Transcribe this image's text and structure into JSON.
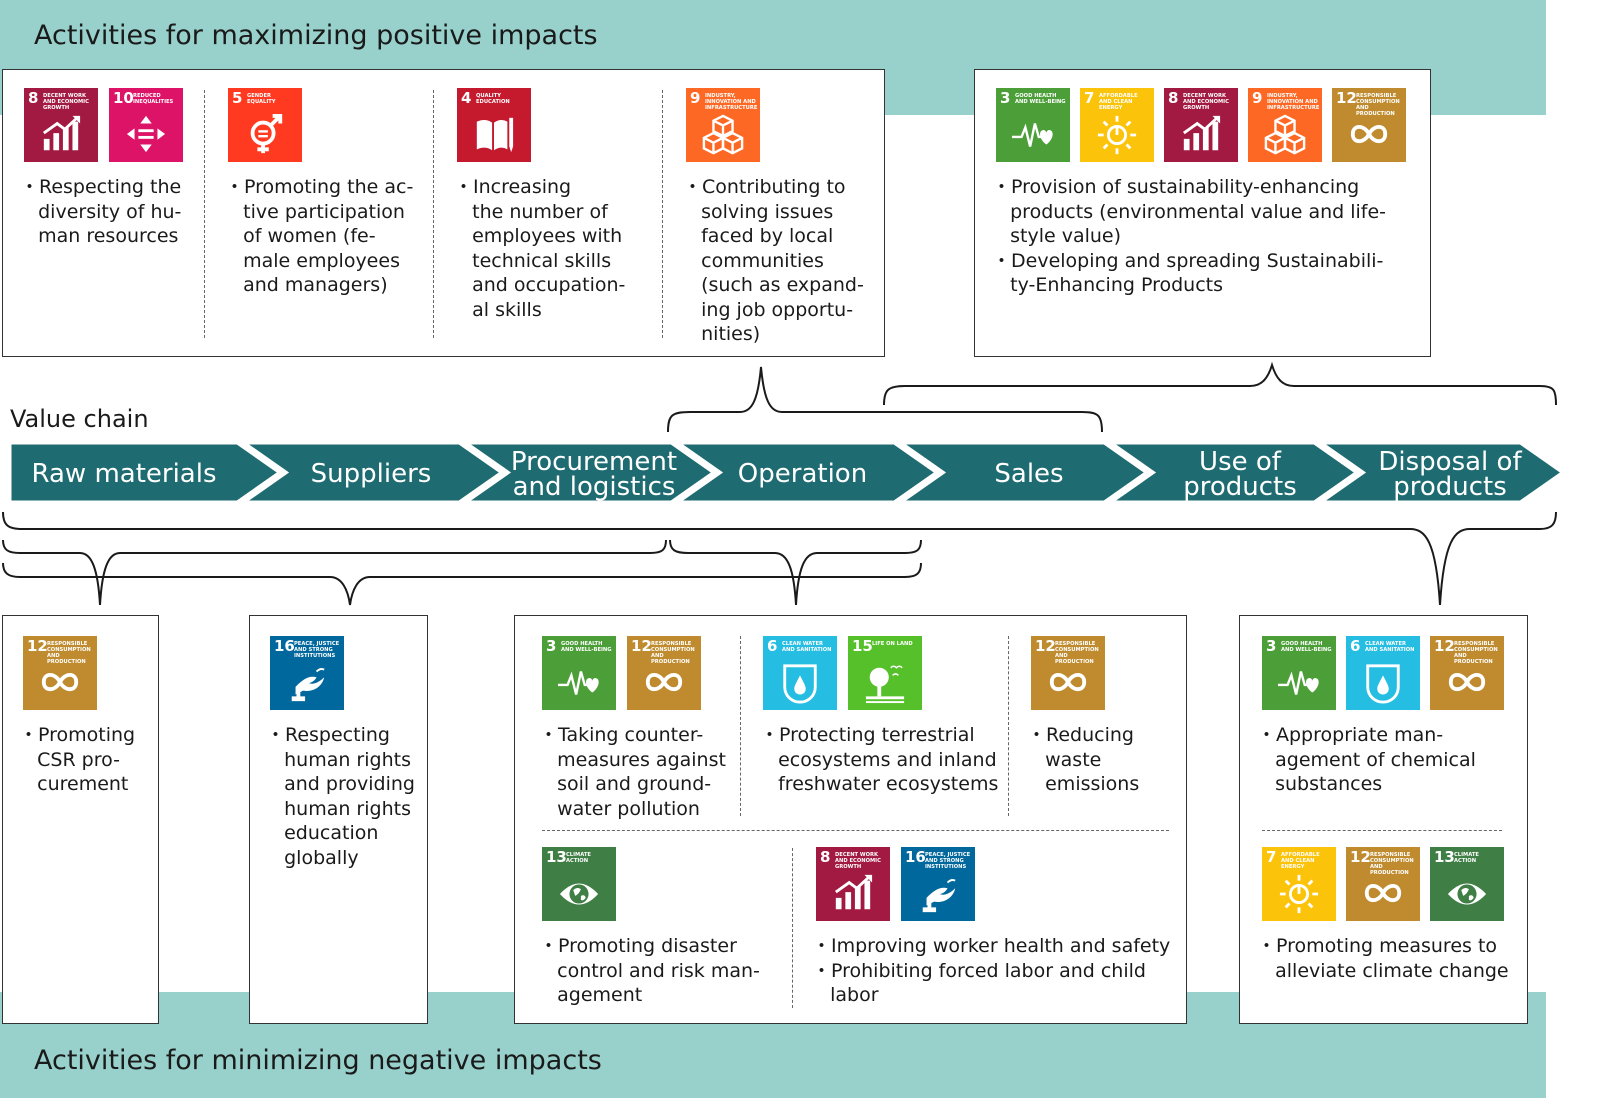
{
  "top_title": "Activities for maximizing positive impacts",
  "bottom_title": "Activities for minimizing negative impacts",
  "value_chain_label": "Value chain",
  "stages": [
    "Raw materials",
    "Suppliers",
    "Procurement\nand logistics",
    "Operation",
    "Sales",
    "Use of\nproducts",
    "Disposal of\nproducts"
  ],
  "sdgs": {
    "3": {
      "num": "3",
      "title": "Good health and well-being",
      "color": "#4c9f38",
      "icon": "heartbeat-icon"
    },
    "6": {
      "num": "6",
      "title": "Clean water and sanitation",
      "color": "#26bde2",
      "icon": "water-drop-icon"
    },
    "7": {
      "num": "7",
      "title": "Affordable and clean energy",
      "color": "#fcc30b",
      "icon": "sun-power-icon"
    },
    "8": {
      "num": "8",
      "title": "Decent work and economic growth",
      "color": "#a21942",
      "icon": "growth-chart-icon"
    },
    "4": {
      "num": "4",
      "title": "Quality education",
      "color": "#c5192d",
      "icon": "book-icon"
    },
    "5": {
      "num": "5",
      "title": "Gender equality",
      "color": "#ff3a21",
      "icon": "gender-icon"
    },
    "9": {
      "num": "9",
      "title": "Industry, innovation and infrastructure",
      "color": "#fd6925",
      "icon": "cubes-icon"
    },
    "10": {
      "num": "10",
      "title": "Reduced inequalities",
      "color": "#dd1367",
      "icon": "equality-icon"
    },
    "12": {
      "num": "12",
      "title": "Responsible consumption and production",
      "color": "#bf8b2e",
      "icon": "infinity-icon"
    },
    "13": {
      "num": "13",
      "title": "Climate action",
      "color": "#3f7e44",
      "icon": "eye-globe-icon"
    },
    "15": {
      "num": "15",
      "title": "Life on land",
      "color": "#56c02b",
      "icon": "tree-icon"
    },
    "16": {
      "num": "16",
      "title": "Peace, justice and strong institutions",
      "color": "#00689d",
      "icon": "dove-icon"
    }
  },
  "top_left": [
    {
      "sdgs": [
        "8",
        "10"
      ],
      "text": "・Respecting the\n   diversity of hu-\n   man resources"
    },
    {
      "sdgs": [
        "5"
      ],
      "text": "・Promoting the ac-\n   tive participation\n   of women (fe-\n   male employees\n   and managers)"
    },
    {
      "sdgs": [
        "4"
      ],
      "text": "・Increasing\n   the number of\n   employees with\n   technical skills\n   and occupation-\n   al skills"
    },
    {
      "sdgs": [
        "9"
      ],
      "text": "・Contributing to\n   solving issues\n   faced by local\n   communities\n   (such as expand-\n   ing job opportu-\n   nities)"
    }
  ],
  "top_right": {
    "sdgs": [
      "3",
      "7",
      "8",
      "9",
      "12"
    ],
    "text": "・Provision of sustainability-enhancing\n   products (environmental value and life-\n   style value)\n・Developing and spreading Sustainabili-\n   ty-Enhancing Products"
  },
  "bottom": {
    "csr": {
      "sdgs": [
        "12"
      ],
      "text": "・Promoting\n   CSR pro-\n   curement"
    },
    "human_rights": {
      "sdgs": [
        "16"
      ],
      "text": "・Respecting\n   human rights\n   and providing\n   human rights\n   education\n   globally"
    },
    "operation": [
      {
        "sdgs": [
          "3",
          "12"
        ],
        "text": "・Taking counter-\n   measures against\n   soil and ground-\n   water pollution"
      },
      {
        "sdgs": [
          "6",
          "15"
        ],
        "text": "・Protecting terrestrial\n   ecosystems and inland\n   freshwater ecosystems"
      },
      {
        "sdgs": [
          "12"
        ],
        "text": "・Reducing\n   waste\n   emissions"
      },
      {
        "sdgs": [
          "13"
        ],
        "text": "・Promoting disaster\n   control and risk man-\n   agement"
      },
      {
        "sdgs": [
          "8",
          "16"
        ],
        "text": "・Improving worker health and safety\n・Prohibiting forced labor and child\n   labor"
      }
    ],
    "disposal": [
      {
        "sdgs": [
          "3",
          "6",
          "12"
        ],
        "text": "・Appropriate man-\n   agement of chemical\n   substances"
      },
      {
        "sdgs": [
          "7",
          "12",
          "13"
        ],
        "text": "・Promoting measures to\n   alleviate climate change"
      }
    ]
  }
}
